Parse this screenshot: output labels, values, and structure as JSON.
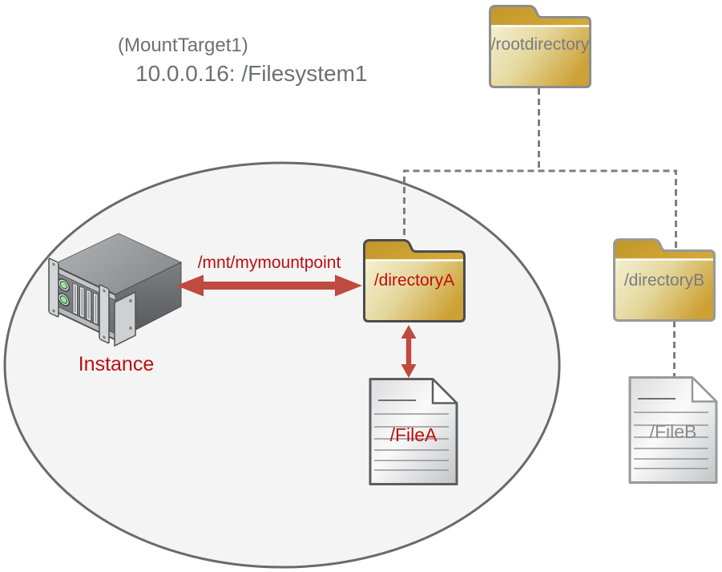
{
  "diagram": {
    "title": {
      "line1": "(MountTarget1)",
      "line2": "10.0.0.16: /Filesystem1"
    },
    "instance": {
      "label": "Instance"
    },
    "mount_arrow": {
      "label": "/mnt/mymountpoint"
    },
    "folders": {
      "root": {
        "label": "/rootdirectory"
      },
      "directory_a": {
        "label": "/directoryA"
      },
      "directory_b": {
        "label": "/directoryB"
      }
    },
    "files": {
      "file_a": {
        "label": "/FileA"
      },
      "file_b": {
        "label": "/FileB"
      }
    },
    "colors": {
      "label_red": "#bf0e0e",
      "arrow_red": "#bf4a3f",
      "node_label_gray": "#7a7b7e",
      "title_gray": "#6e6f72",
      "folder_gold": "#cda135",
      "folder_gold_light": "#f3eecd",
      "folder_tab_gold": "#c6992c",
      "ellipse_fill": "#f4f4f5",
      "ellipse_stroke": "#696a6c",
      "dashed_line_gray": "#7d7e80"
    }
  }
}
